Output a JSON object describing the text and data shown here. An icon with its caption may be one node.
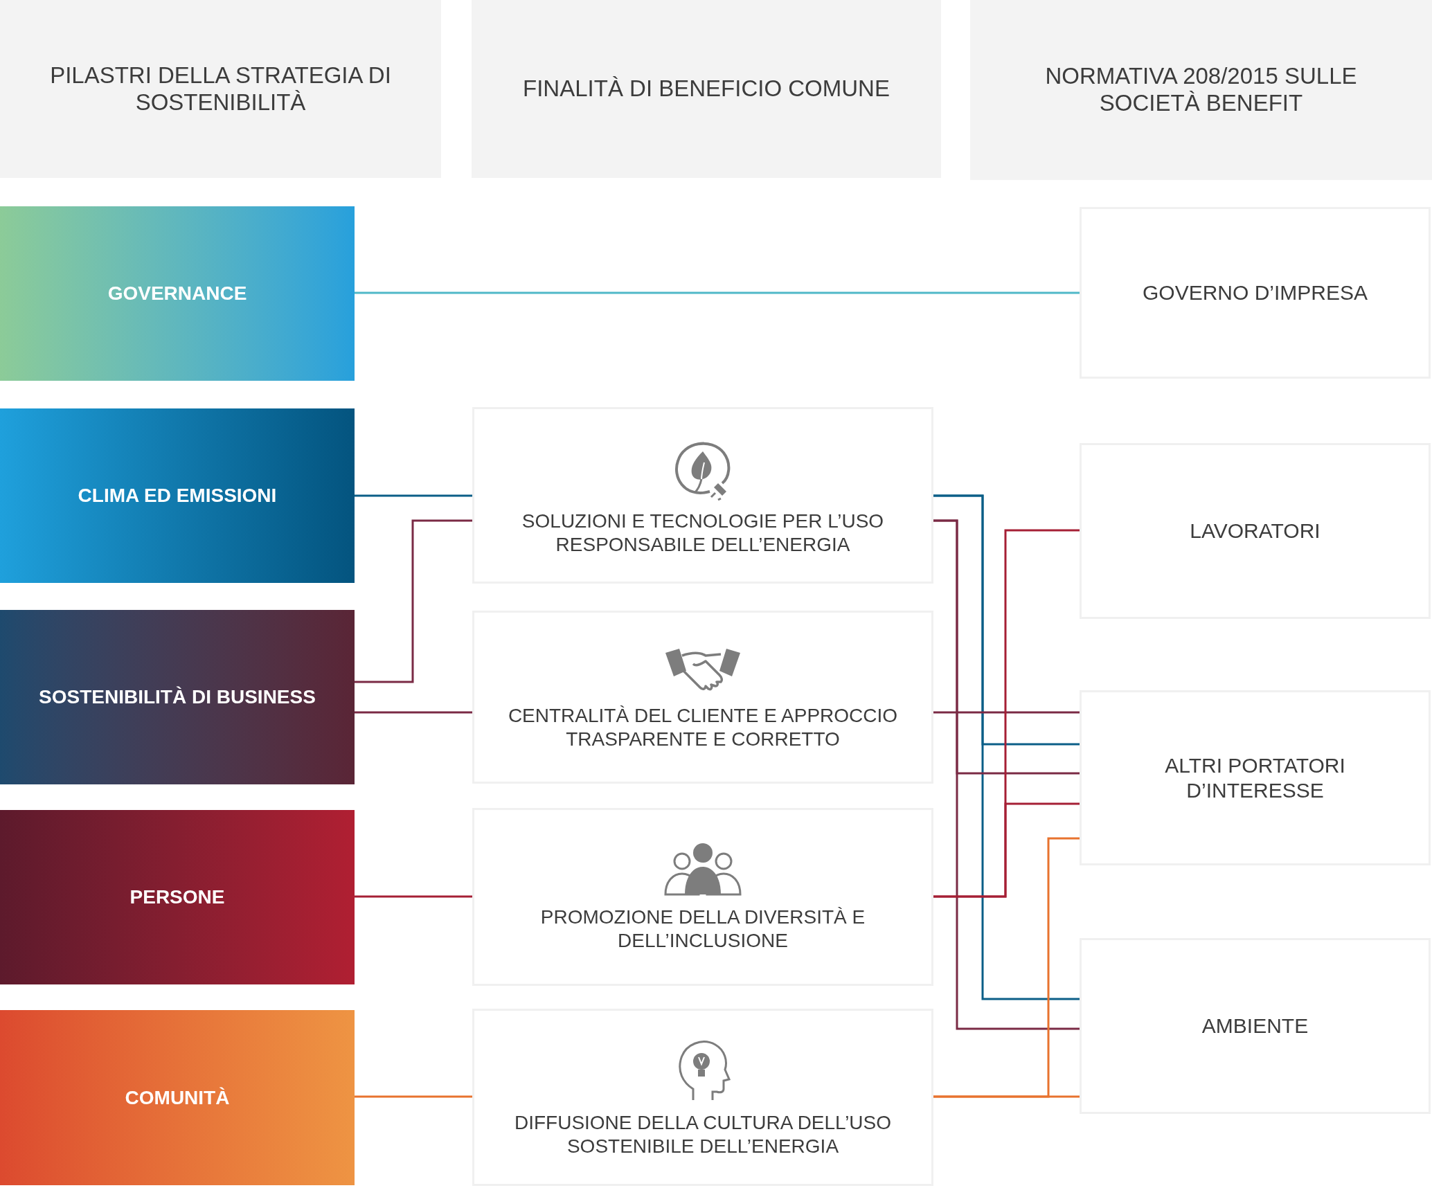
{
  "diagram": {
    "nodes": [
      {
        "text": [
          "PILASTRI DELLA STRATEGIA DI SOSTENIBILITÀ"
        ]
      },
      {
        "text": [
          "FINALITÀ DI BENEFICIO COMUNE"
        ]
      },
      {
        "text": [
          "NORMATIVA 208/2015 SULLE SOCIETÀ BENEFIT"
        ]
      },
      {
        "text": [
          "GOVERNANCE"
        ]
      },
      {
        "text": [
          "CLIMA ED EMISSIONI"
        ]
      },
      {
        "text": [
          "SOSTENIBILITÀ DI BUSINESS"
        ]
      },
      {
        "text": [
          "PERSONE"
        ]
      },
      {
        "text": [
          "COMUNITÀ"
        ]
      },
      {
        "text": [
          "SOLUZIONI E TECNOLOGIE PER L’USO RESPONSABILE DELL’ENERGIA"
        ]
      },
      {
        "text": [
          "CENTRALITÀ DEL CLIENTE E APPROCCIO TRASPARENTE E CORRETTO"
        ]
      },
      {
        "text": [
          "PROMOZIONE DELLA DIVERSITÀ E DELL’INCLUSIONE"
        ]
      },
      {
        "text": [
          "DIFFUSIONE DELLA CULTURA DELL’USO SOSTENIBILE DELL’ENERGIA"
        ]
      },
      {
        "text": [
          "GOVERNO D’IMPRESA"
        ]
      },
      {
        "text": [
          "LAVORATORI"
        ]
      },
      {
        "text": [
          "ALTRI PORTATORI D’INTERESSE"
        ]
      },
      {
        "text": [
          "AMBIENTE"
        ]
      }
    ],
    "edges": [
      {
        "from": 3,
        "to": 12,
        "arrow": "none",
        "color": "#4fb8c8"
      },
      {
        "from": 4,
        "to": 8,
        "arrow": "none",
        "color": "#0b5e87"
      },
      {
        "from": 5,
        "to": 8,
        "arrow": "none",
        "color": "#7a2a45"
      },
      {
        "from": 5,
        "to": 9,
        "arrow": "none",
        "color": "#7a2a45"
      },
      {
        "from": 6,
        "to": 10,
        "arrow": "none",
        "color": "#a51f35"
      },
      {
        "from": 7,
        "to": 11,
        "arrow": "none",
        "color": "#e8732e"
      },
      {
        "from": 8,
        "to": 14,
        "arrow": "none",
        "color": "#0b5e87"
      },
      {
        "from": 8,
        "to": 15,
        "arrow": "none",
        "color": "#0b5e87"
      },
      {
        "from": 8,
        "to": 14,
        "arrow": "none",
        "color": "#7a2a45"
      },
      {
        "from": 8,
        "to": 15,
        "arrow": "none",
        "color": "#7a2a45"
      },
      {
        "from": 9,
        "to": 14,
        "arrow": "none",
        "color": "#7a2a45"
      },
      {
        "from": 10,
        "to": 13,
        "arrow": "none",
        "color": "#a51f35"
      },
      {
        "from": 10,
        "to": 14,
        "arrow": "none",
        "color": "#a51f35"
      },
      {
        "from": 11,
        "to": 14,
        "arrow": "none",
        "color": "#e8732e"
      },
      {
        "from": 11,
        "to": 15,
        "arrow": "none",
        "color": "#e8732e"
      }
    ]
  }
}
